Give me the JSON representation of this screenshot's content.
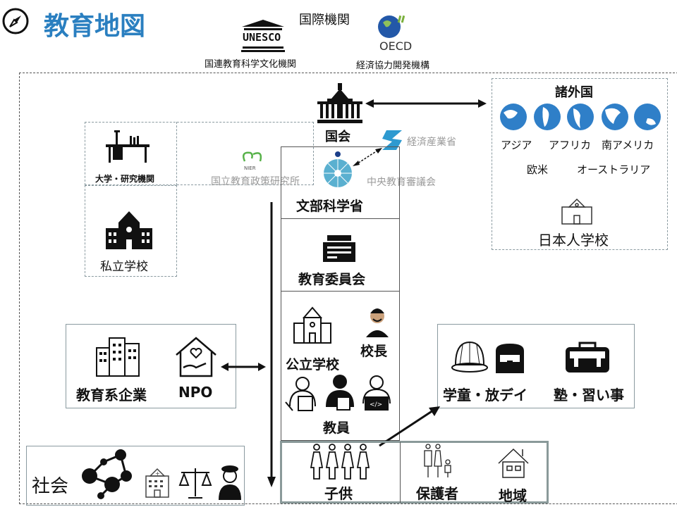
{
  "title": "教育地図",
  "international": {
    "heading": "国際機関",
    "unesco_logo": "UNESCO",
    "unesco": "国連教育科学文化機関",
    "oecd_logo": "OECD",
    "oecd": "経済協力開発機構"
  },
  "diet": "国会",
  "foreign": {
    "heading": "諸外国",
    "regions": [
      "アジア",
      "アフリカ",
      "南アメリカ",
      "欧米",
      "オーストラリア"
    ],
    "school": "日本人学校"
  },
  "university": "大学・研究機関",
  "nier_logo": "NIER",
  "nier": "国立教育政策研究所",
  "private_school": "私立学校",
  "meti": "経済産業省",
  "council": "中央教育審議会",
  "mext": "文部科学省",
  "board": "教育委員会",
  "public_school": "公立学校",
  "principal": "校長",
  "teachers": "教員",
  "companies": "教育系企業",
  "npo": "NPO",
  "afterschool": "学童・放デイ",
  "cram": "塾・習い事",
  "society": "社会",
  "children": "子供",
  "guardians": "保護者",
  "community": "地域"
}
